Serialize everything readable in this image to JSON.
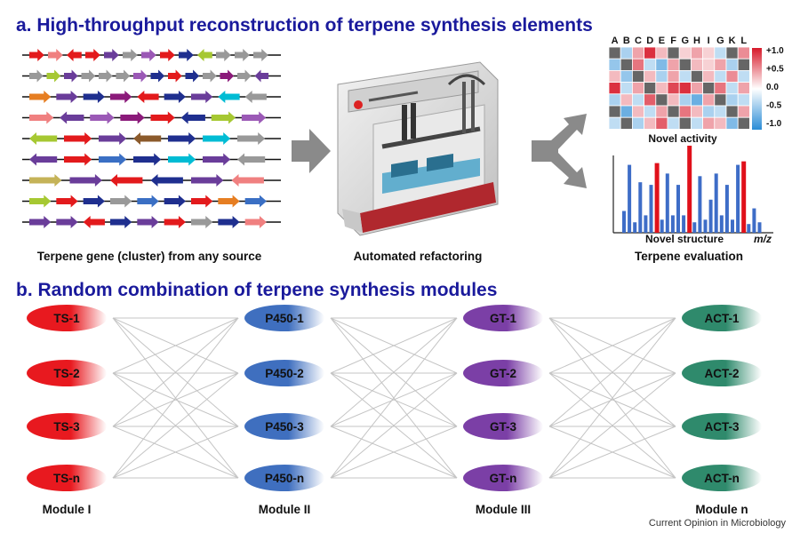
{
  "panel_a": {
    "title": "a. High-throughput reconstruction of terpene synthesis elements",
    "label_source": "Terpene gene (cluster) from any source",
    "label_robot": "Automated refactoring",
    "label_eval": "Terpene evaluation",
    "heatmap": {
      "columns": [
        "A",
        "B",
        "C",
        "D",
        "E",
        "F",
        "G",
        "H",
        "I",
        "G",
        "K",
        "L"
      ],
      "caption": "Novel activity",
      "scale_ticks": [
        "+1.0",
        "+0.5",
        "0.0",
        "-0.5",
        "-1.0"
      ],
      "grid": [
        [
          -0.7,
          -0.4,
          0.4,
          0.9,
          0.3,
          -0.3,
          0.2,
          0.4,
          0.2,
          -0.3,
          -0.8,
          0.5
        ],
        [
          -0.5,
          0.3,
          0.6,
          -0.3,
          -0.6,
          0.4,
          -0.3,
          0.3,
          0.2,
          0.4,
          -0.4,
          0.3
        ],
        [
          0.3,
          -0.5,
          0.6,
          0.3,
          -0.4,
          0.4,
          -0.3,
          0.5,
          0.3,
          -0.3,
          0.5,
          -0.3
        ],
        [
          0.9,
          -0.3,
          0.4,
          -0.7,
          0.3,
          0.8,
          0.9,
          0.4,
          0.3,
          0.6,
          -0.3,
          0.4
        ],
        [
          -0.4,
          0.3,
          -0.3,
          0.7,
          -0.3,
          0.3,
          -0.4,
          -0.7,
          0.4,
          0.3,
          -0.4,
          -0.3
        ],
        [
          0.4,
          -0.7,
          0.3,
          -0.3,
          0.4,
          -0.3,
          0.6,
          0.3,
          -0.4,
          -0.3,
          0.3,
          0.4
        ],
        [
          -0.3,
          0.5,
          -0.4,
          0.3,
          0.7,
          -0.3,
          0.3,
          -0.3,
          0.4,
          0.3,
          -0.6,
          0.3
        ]
      ]
    },
    "spectrum": {
      "caption": "Novel structure",
      "axis_label": "m/z",
      "peaks": [
        {
          "x": 1,
          "h": 0.25,
          "novel": false
        },
        {
          "x": 2,
          "h": 0.78,
          "novel": false
        },
        {
          "x": 3,
          "h": 0.12,
          "novel": false
        },
        {
          "x": 4,
          "h": 0.58,
          "novel": false
        },
        {
          "x": 5,
          "h": 0.2,
          "novel": false
        },
        {
          "x": 6,
          "h": 0.55,
          "novel": false
        },
        {
          "x": 7,
          "h": 0.8,
          "novel": true
        },
        {
          "x": 8,
          "h": 0.15,
          "novel": false
        },
        {
          "x": 9,
          "h": 0.68,
          "novel": false
        },
        {
          "x": 10,
          "h": 0.2,
          "novel": false
        },
        {
          "x": 11,
          "h": 0.55,
          "novel": false
        },
        {
          "x": 12,
          "h": 0.2,
          "novel": false
        },
        {
          "x": 13,
          "h": 1.0,
          "novel": true
        },
        {
          "x": 14,
          "h": 0.12,
          "novel": false
        },
        {
          "x": 15,
          "h": 0.65,
          "novel": false
        },
        {
          "x": 16,
          "h": 0.15,
          "novel": false
        },
        {
          "x": 17,
          "h": 0.38,
          "novel": false
        },
        {
          "x": 18,
          "h": 0.68,
          "novel": false
        },
        {
          "x": 19,
          "h": 0.2,
          "novel": false
        },
        {
          "x": 20,
          "h": 0.55,
          "novel": false
        },
        {
          "x": 21,
          "h": 0.15,
          "novel": false
        },
        {
          "x": 22,
          "h": 0.78,
          "novel": false
        },
        {
          "x": 23,
          "h": 0.82,
          "novel": true
        },
        {
          "x": 24,
          "h": 0.1,
          "novel": false
        },
        {
          "x": 25,
          "h": 0.28,
          "novel": false
        },
        {
          "x": 26,
          "h": 0.12,
          "novel": false
        }
      ]
    },
    "gene_palette": [
      "#e31a1c",
      "#f08080",
      "#8b1a7a",
      "#6a3d9a",
      "#1f2f8f",
      "#3a6fc4",
      "#a6c832",
      "#999999",
      "#e67e22",
      "#2ecc71",
      "#00bcd4",
      "#9b59b6",
      "#8b5a2b",
      "#c5b358",
      "#ff69b4"
    ],
    "gene_rows": [
      [
        [
          0,
          1
        ],
        [
          1,
          1
        ],
        [
          0,
          -1
        ],
        [
          0,
          1
        ],
        [
          3,
          1
        ],
        [
          7,
          1
        ],
        [
          11,
          1
        ],
        [
          0,
          1
        ],
        [
          4,
          1
        ],
        [
          6,
          -1
        ],
        [
          7,
          1
        ],
        [
          7,
          1
        ],
        [
          7,
          1
        ]
      ],
      [
        [
          7,
          1
        ],
        [
          6,
          1
        ],
        [
          3,
          1
        ],
        [
          7,
          1
        ],
        [
          7,
          1
        ],
        [
          7,
          1
        ],
        [
          11,
          1
        ],
        [
          4,
          1
        ],
        [
          0,
          1
        ],
        [
          4,
          1
        ],
        [
          7,
          1
        ],
        [
          2,
          1
        ],
        [
          7,
          1
        ],
        [
          3,
          -1
        ]
      ],
      [
        [
          8,
          1
        ],
        [
          3,
          1
        ],
        [
          4,
          1
        ],
        [
          2,
          1
        ],
        [
          0,
          -1
        ],
        [
          4,
          1
        ],
        [
          3,
          1
        ],
        [
          10,
          -1
        ],
        [
          7,
          -1
        ]
      ],
      [
        [
          1,
          1
        ],
        [
          3,
          -1
        ],
        [
          11,
          1
        ],
        [
          2,
          1
        ],
        [
          0,
          1
        ],
        [
          4,
          -1
        ],
        [
          6,
          1
        ],
        [
          11,
          1
        ]
      ],
      [
        [
          6,
          -1
        ],
        [
          0,
          1
        ],
        [
          3,
          1
        ],
        [
          12,
          -1
        ],
        [
          4,
          1
        ],
        [
          10,
          1
        ],
        [
          7,
          1
        ]
      ],
      [
        [
          3,
          -1
        ],
        [
          0,
          1
        ],
        [
          5,
          1
        ],
        [
          4,
          1
        ],
        [
          10,
          1
        ],
        [
          3,
          1
        ],
        [
          7,
          -1
        ]
      ],
      [
        [
          13,
          1
        ],
        [
          3,
          1
        ],
        [
          0,
          -1
        ],
        [
          4,
          -1
        ],
        [
          3,
          1
        ],
        [
          1,
          -1
        ]
      ],
      [
        [
          6,
          1
        ],
        [
          0,
          1
        ],
        [
          4,
          1
        ],
        [
          7,
          1
        ],
        [
          5,
          1
        ],
        [
          4,
          1
        ],
        [
          0,
          1
        ],
        [
          8,
          1
        ],
        [
          5,
          1
        ]
      ],
      [
        [
          3,
          1
        ],
        [
          3,
          1
        ],
        [
          0,
          -1
        ],
        [
          4,
          1
        ],
        [
          3,
          1
        ],
        [
          0,
          1
        ],
        [
          7,
          1
        ],
        [
          4,
          1
        ],
        [
          1,
          1
        ]
      ]
    ]
  },
  "panel_b": {
    "title": "b. Random combination of terpene synthesis modules",
    "modules": [
      {
        "name": "Module I",
        "items": [
          "TS-1",
          "TS-2",
          "TS-3",
          "TS-n"
        ],
        "color": "#e8191f"
      },
      {
        "name": "Module II",
        "items": [
          "P450-1",
          "P450-2",
          "P450-3",
          "P450-n"
        ],
        "color": "#3f6fbf"
      },
      {
        "name": "Module III",
        "items": [
          "GT-1",
          "GT-2",
          "GT-3",
          "GT-n"
        ],
        "color": "#7b3fa6"
      },
      {
        "name": "Module n",
        "items": [
          "ACT-1",
          "ACT-2",
          "ACT-3",
          "ACT-n"
        ],
        "color": "#2f8a6c"
      }
    ]
  },
  "footer": {
    "credit": "Current Opinion in Microbiology"
  },
  "colors": {
    "title_blue": "#1a1a9c",
    "heat_pos": "#d7192a",
    "heat_neg": "#2b8cd6",
    "arrow_grey": "#8a8a8a",
    "spectrum_blue": "#3e6dc7",
    "spectrum_red": "#e0101a",
    "line_grey": "#bdbdbd"
  }
}
